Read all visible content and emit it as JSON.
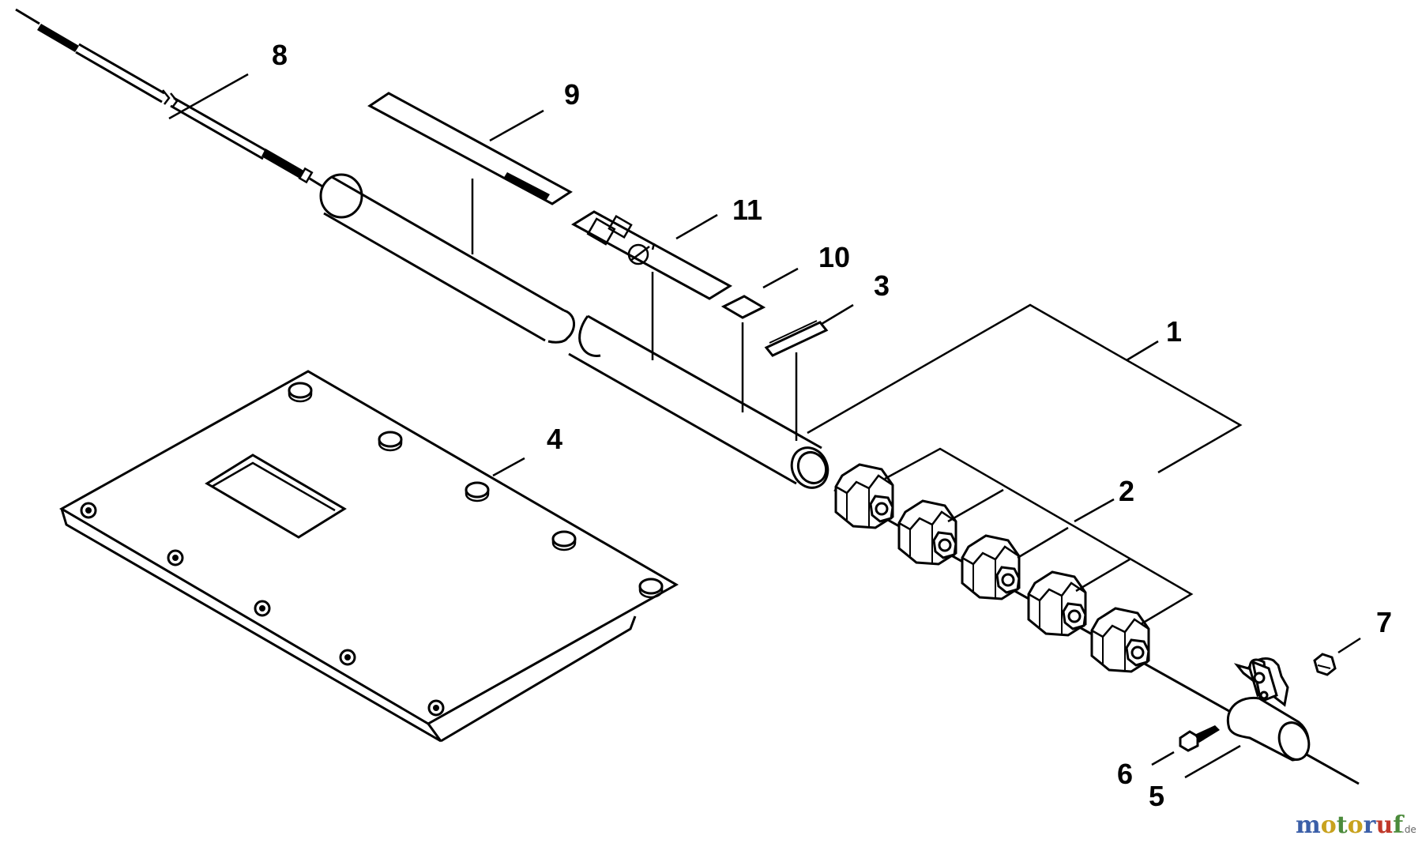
{
  "callouts": {
    "c1": "1",
    "c2": "2",
    "c3": "3",
    "c4": "4",
    "c5": "5",
    "c6": "6",
    "c7": "7",
    "c8": "8",
    "c9": "9",
    "c10": "10",
    "c11": "11"
  },
  "watermark": {
    "letters": [
      {
        "char": "m",
        "color": "#3b5fa8"
      },
      {
        "char": "o",
        "color": "#c8a21e"
      },
      {
        "char": "t",
        "color": "#4b8b3b"
      },
      {
        "char": "o",
        "color": "#c8a21e"
      },
      {
        "char": "r",
        "color": "#3b5fa8"
      },
      {
        "char": "u",
        "color": "#c0392b"
      },
      {
        "char": "f",
        "color": "#4b8b3b"
      }
    ],
    "suffix": ".de"
  },
  "colors": {
    "ink": "#000000",
    "paper": "#ffffff"
  }
}
